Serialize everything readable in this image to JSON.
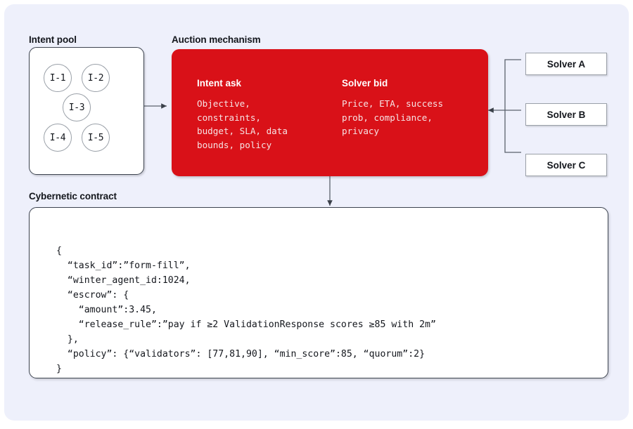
{
  "theme": {
    "page_bg": "#ffffff",
    "canvas_bg": "#eef0fb",
    "accent_red": "#d91118",
    "box_border": "#3d4450",
    "line": "#5b626c",
    "text": "#13161c"
  },
  "intent_pool": {
    "label": "Intent pool",
    "nodes": [
      "I-1",
      "I-2",
      "I-3",
      "I-4",
      "I-5"
    ]
  },
  "auction": {
    "label": "Auction mechanism",
    "columns": [
      {
        "title": "Intent ask",
        "body": "Objective,\nconstraints,\nbudget, SLA, data\nbounds, policy"
      },
      {
        "title": "Solver bid",
        "body": "Price, ETA, success\nprob, compliance,\nprivacy"
      }
    ]
  },
  "solvers": {
    "items": [
      "Solver A",
      "Solver B",
      "Solver C"
    ]
  },
  "contract": {
    "label": "Cybernetic contract",
    "code": "{\n  “task_id”:”form-fill”,\n  “winter_agent_id:1024,\n  “escrow”: {\n    “amount”:3.45,\n    “release_rule”:”pay if ≥2 ValidationResponse scores ≥85 with 2m”\n  },\n  “policy”: {“validators”: [77,81,90], “min_score”:85, “quorum”:2}\n}"
  }
}
